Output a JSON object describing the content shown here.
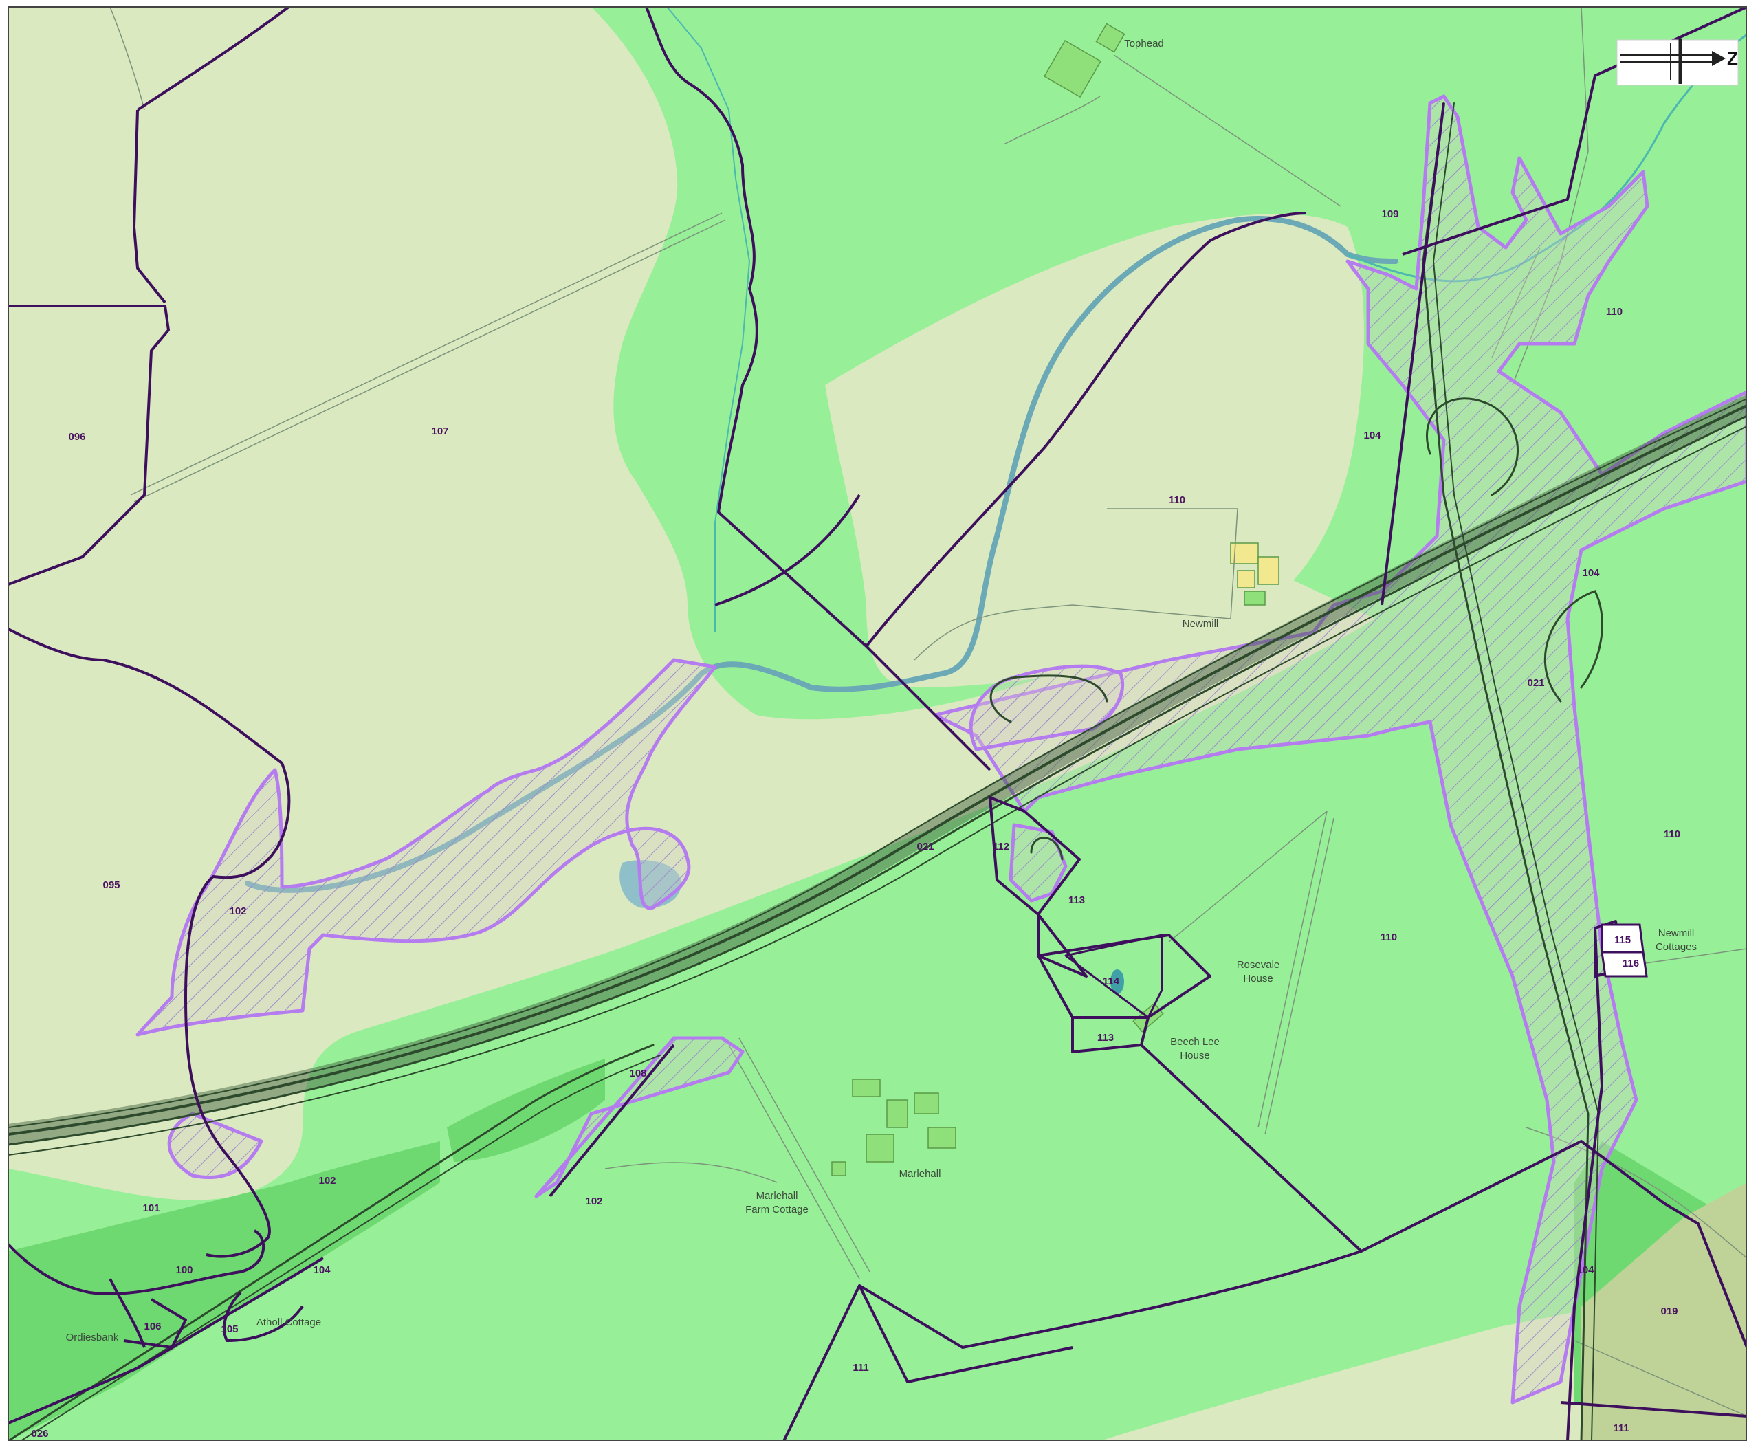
{
  "colors": {
    "woodland": "#97ef98",
    "grassland": "#dbe9c0",
    "dark_green": "#6fd971",
    "olive": "#bfd398",
    "parcel_boundary": "#3d0f5c",
    "survey_area_outline": "#b57cf0",
    "survey_hatch": "#9b8cc9",
    "watercourse": "#6aa9b5",
    "road": "#2d4a2d"
  },
  "north_arrow": {
    "letter": "Z",
    "icon": "north-arrow-icon"
  },
  "parcel_labels": [
    {
      "id": "096",
      "text": "096"
    },
    {
      "id": "107",
      "text": "107"
    },
    {
      "id": "095",
      "text": "095"
    },
    {
      "id": "102a",
      "text": "102"
    },
    {
      "id": "102b",
      "text": "102"
    },
    {
      "id": "102c",
      "text": "102"
    },
    {
      "id": "101",
      "text": "101"
    },
    {
      "id": "100",
      "text": "100"
    },
    {
      "id": "104a",
      "text": "104"
    },
    {
      "id": "104b",
      "text": "104"
    },
    {
      "id": "104c",
      "text": "104"
    },
    {
      "id": "104d",
      "text": "104"
    },
    {
      "id": "106",
      "text": "106"
    },
    {
      "id": "105",
      "text": "105"
    },
    {
      "id": "108",
      "text": "108"
    },
    {
      "id": "109",
      "text": "109"
    },
    {
      "id": "110a",
      "text": "110"
    },
    {
      "id": "110b",
      "text": "110"
    },
    {
      "id": "110c",
      "text": "110"
    },
    {
      "id": "110d",
      "text": "110"
    },
    {
      "id": "021a",
      "text": "021"
    },
    {
      "id": "021b",
      "text": "021"
    },
    {
      "id": "112",
      "text": "112"
    },
    {
      "id": "113a",
      "text": "113"
    },
    {
      "id": "113b",
      "text": "113"
    },
    {
      "id": "114",
      "text": "114"
    },
    {
      "id": "115",
      "text": "115"
    },
    {
      "id": "116",
      "text": "116"
    },
    {
      "id": "111a",
      "text": "111"
    },
    {
      "id": "111b",
      "text": "111"
    },
    {
      "id": "019",
      "text": "019"
    },
    {
      "id": "026",
      "text": "026"
    }
  ],
  "place_names": {
    "tophead": "Tophead",
    "newmill": "Newmill",
    "rosevale_1": "Rosevale",
    "rosevale_2": "House",
    "beech_lee_1": "Beech Lee",
    "beech_lee_2": "House",
    "marlehall": "Marlehall",
    "marlehall_farm_1": "Marlehall",
    "marlehall_farm_2": "Farm Cottage",
    "newmill_cottages_1": "Newmill",
    "newmill_cottages_2": "Cottages",
    "ordiesbank": "Ordiesbank",
    "atholl_cottage": "Atholl Cottage"
  }
}
